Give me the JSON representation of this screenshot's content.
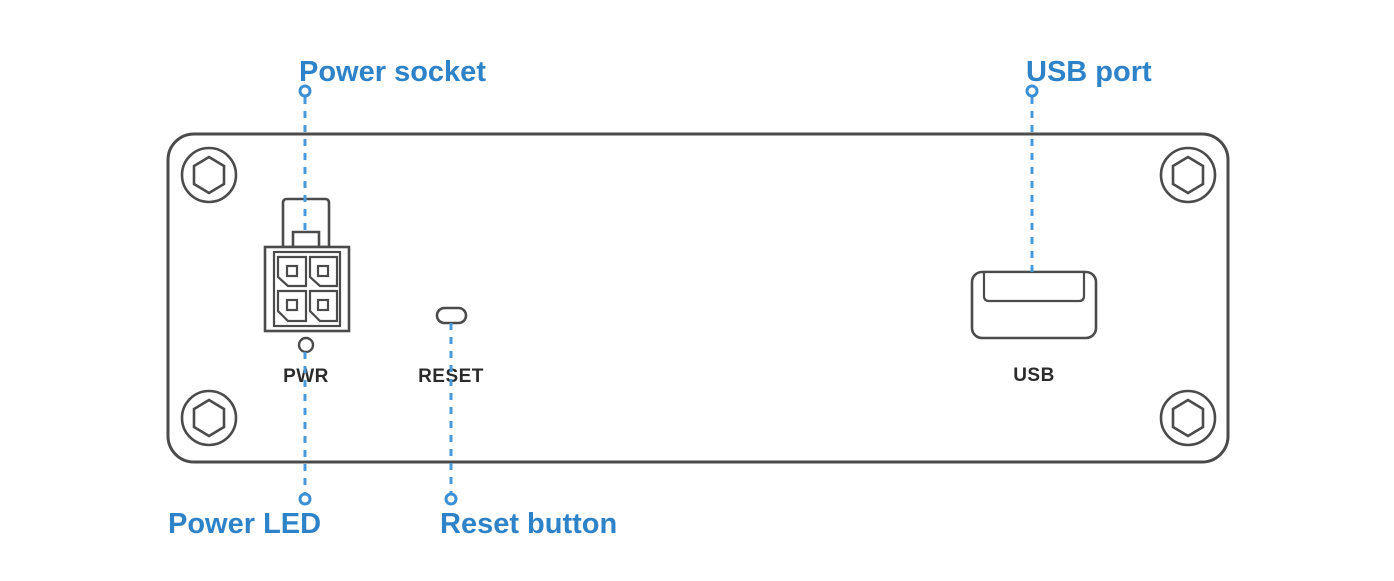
{
  "diagram": {
    "title": "Device rear panel port diagram",
    "colors": {
      "callout_blue": "#2e82c8",
      "leader_blue": "#4a9ada",
      "outline_gray": "#4b4b4b",
      "label_dark": "#2b2b2b",
      "background": "#ffffff"
    },
    "callouts": [
      {
        "id": "power-socket",
        "label": "Power socket",
        "position": "top-left"
      },
      {
        "id": "usb-port",
        "label": "USB port",
        "position": "top-right"
      },
      {
        "id": "power-led",
        "label": "Power LED",
        "position": "bottom-left"
      },
      {
        "id": "reset-button",
        "label": "Reset button",
        "position": "bottom-center"
      }
    ],
    "port_labels": [
      {
        "id": "pwr",
        "label": "PWR"
      },
      {
        "id": "reset",
        "label": "RESET"
      },
      {
        "id": "usb",
        "label": "USB"
      }
    ],
    "components": {
      "power_connector": {
        "name": "4-pin power connector",
        "pin_count": 4
      },
      "reset_button": {
        "name": "Recessed reset button"
      },
      "usb_port": {
        "name": "USB Type-A port"
      },
      "power_led": {
        "name": "Power status LED"
      },
      "screws": {
        "name": "Hex socket screw",
        "count": 4
      }
    }
  }
}
